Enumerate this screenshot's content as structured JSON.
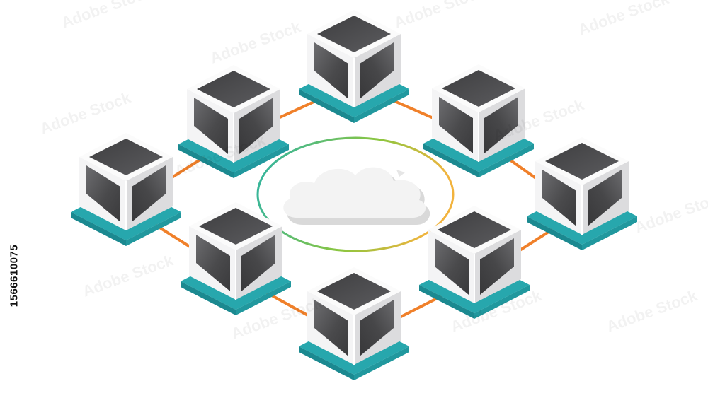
{
  "diagram": {
    "type": "network-topology",
    "center": {
      "icon": "cloud-icon",
      "ring_gradient": [
        "#2bb3a8",
        "#8cc63f",
        "#f2b33d"
      ]
    },
    "nodes": [
      {
        "id": "server-top",
        "icon": "server-cube-icon"
      },
      {
        "id": "server-upper-right",
        "icon": "server-cube-icon"
      },
      {
        "id": "server-right",
        "icon": "server-cube-icon"
      },
      {
        "id": "server-lower-right",
        "icon": "server-cube-icon"
      },
      {
        "id": "server-bottom",
        "icon": "server-cube-icon"
      },
      {
        "id": "server-lower-left",
        "icon": "server-cube-icon"
      },
      {
        "id": "server-left",
        "icon": "server-cube-icon"
      },
      {
        "id": "server-upper-left",
        "icon": "server-cube-icon"
      }
    ],
    "links": [
      [
        "server-top",
        "server-upper-right"
      ],
      [
        "server-upper-right",
        "server-right"
      ],
      [
        "server-right",
        "server-lower-right"
      ],
      [
        "server-lower-right",
        "server-bottom"
      ],
      [
        "server-bottom",
        "server-lower-left"
      ],
      [
        "server-lower-left",
        "server-left"
      ],
      [
        "server-left",
        "server-upper-left"
      ],
      [
        "server-upper-left",
        "server-top"
      ]
    ],
    "colors": {
      "link": "#f0802a",
      "base": "#27a7ad",
      "base_dark": "#1b8990",
      "cube_light": "#f4f4f5",
      "cube_mid": "#dcdcde",
      "cube_dark": "#c4c4c7",
      "screen": "#4a4a4c",
      "cloud": "#f3f3f3",
      "cloud_shadow": "#d9d9d9"
    }
  },
  "watermark": {
    "text": "Adobe Stock"
  },
  "stock_id": "1566610075"
}
